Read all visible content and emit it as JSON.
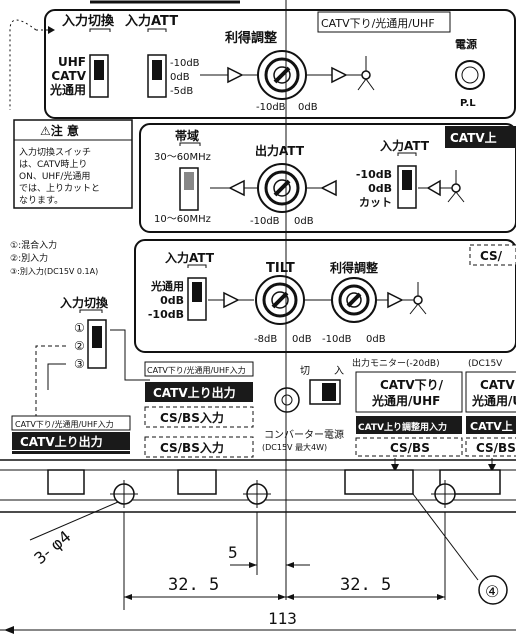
{
  "panel_top": {
    "input_switch_label": "入力切換",
    "input_att_label": "入力ATT",
    "gain_adjust_label": "利得調整",
    "band_tag": "CATV下り/光通用/UHF",
    "switch_positions": [
      "UHF",
      "CATV",
      "光通用"
    ],
    "att_positions": [
      "-10dB",
      "0dB",
      "-5dB"
    ],
    "knob_min": "-10dB",
    "knob_max": "0dB",
    "power_label": "電源",
    "pl_label": "P.L"
  },
  "caution": {
    "title": "⚠注 意",
    "body": [
      "入力切換スイッチ",
      "は、CATV時上り",
      "ON、UHF/光通用",
      "では、上りカットと",
      "なります。"
    ]
  },
  "panel_mid": {
    "band_label": "帯域",
    "band_options": [
      "30〜60MHz",
      "10〜60MHz"
    ],
    "output_att_label": "出力ATT",
    "knob_min": "-10dB",
    "knob_max": "0dB",
    "input_att_label": "入力ATT",
    "att_positions": [
      "-10dB",
      "0dB",
      "カット"
    ],
    "band_tag": "CATV上"
  },
  "input_modes": [
    "①:混合入力",
    "②:別入力",
    "③:別入力(DC15V 0.1A)"
  ],
  "panel_low": {
    "input_att_label": "入力ATT",
    "att_positions": [
      "光通用",
      "0dB",
      "-10dB"
    ],
    "tilt_label": "TILT",
    "tilt_min": "-8dB",
    "tilt_max": "0dB",
    "gain_adjust_label": "利得調整",
    "gain_min": "-10dB",
    "gain_max": "0dB",
    "band_tag": "CS/"
  },
  "bottom": {
    "input_switch_label": "入力切換",
    "input_switch_positions": [
      "①",
      "②",
      "③"
    ],
    "left_tag_top": "CATV下り/光通用/UHF入力",
    "left_tag_bottom": "CATV上り出力",
    "mid_tag_top": "CATV下り/光通用/UHF入力",
    "mid_tag_black": "CATV上り出力",
    "mid_tag_dashed_1": "CS/BS入力",
    "mid_tag_dashed_2": "CS/BS入力",
    "switch_off": "切",
    "switch_on": "入",
    "converter_power": "コンバーター電源",
    "converter_spec": "(DC15V 最大4W)",
    "monitor_label": "出力モニター(-20dB)",
    "monitor_label_2": "(DC15V",
    "out1_top": "CATV下り/",
    "out1_mid": "光通用/UHF",
    "out1_black": "CATV上り調整用入力",
    "out1_dashed": "CS/BS",
    "out2_top": "CATV",
    "out2_mid": "光通用/U",
    "out2_black": "CATV上",
    "out2_dashed": "CS/BS"
  },
  "dimensions": {
    "holes": "3- φ4",
    "d5": "5",
    "d32a": "32. 5",
    "d32b": "32. 5",
    "d113": "113",
    "callout": "④"
  }
}
